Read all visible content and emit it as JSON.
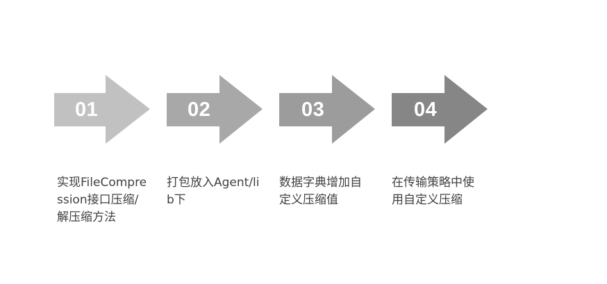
{
  "steps": [
    {
      "number": "01",
      "text": "实现FileCompression接口压缩/解压缩方法",
      "color": "#c1c1c1"
    },
    {
      "number": "02",
      "text": "打包放入Agent/lib下",
      "color": "#a8a8a8"
    },
    {
      "number": "03",
      "text": "数据字典增加自定义压缩值",
      "color": "#9c9c9c"
    },
    {
      "number": "04",
      "text": "在传输策略中使用自定义压缩",
      "color": "#868686"
    }
  ]
}
